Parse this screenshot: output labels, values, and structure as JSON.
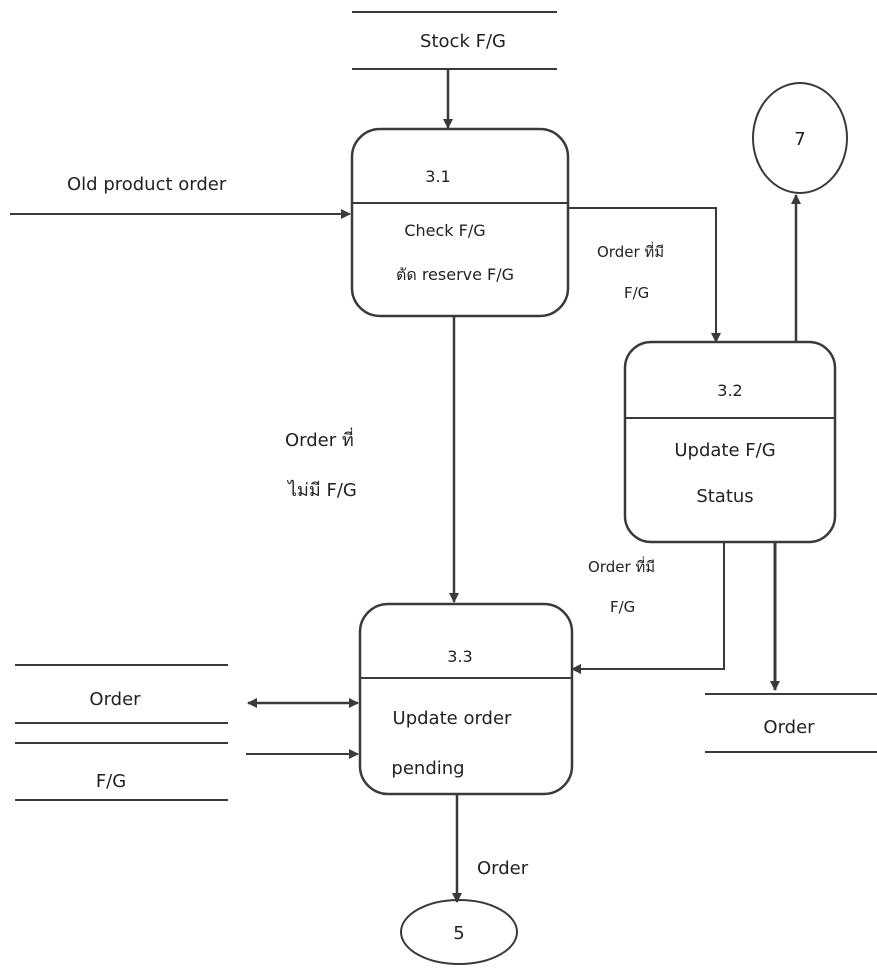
{
  "processes": {
    "p31": {
      "id": "3.1",
      "line1": "Check F/G",
      "line2": "ตัด reserve F/G"
    },
    "p32": {
      "id": "3.2",
      "line1": "Update F/G",
      "line2": "Status"
    },
    "p33": {
      "id": "3.3",
      "line1": "Update order",
      "line2": "pending"
    }
  },
  "stores": {
    "stock_fg": "Stock F/G",
    "order_left": "Order",
    "fg_left": "F/G",
    "order_right": "Order"
  },
  "connectors": {
    "c7": "7",
    "c5": "5"
  },
  "flows": {
    "old_product_order": "Old product order",
    "order_with_fg_top_1": "Order ที่มี",
    "order_with_fg_top_2": "F/G",
    "order_no_fg_1": "Order  ที่",
    "order_no_fg_2": "ไม่มี F/G",
    "order_with_fg_mid_1": "Order ที่มี",
    "order_with_fg_mid_2": "F/G",
    "order_bottom": "Order"
  },
  "colors": {
    "line": "#3a3a3a",
    "text": "#222222",
    "background": "#ffffff"
  }
}
